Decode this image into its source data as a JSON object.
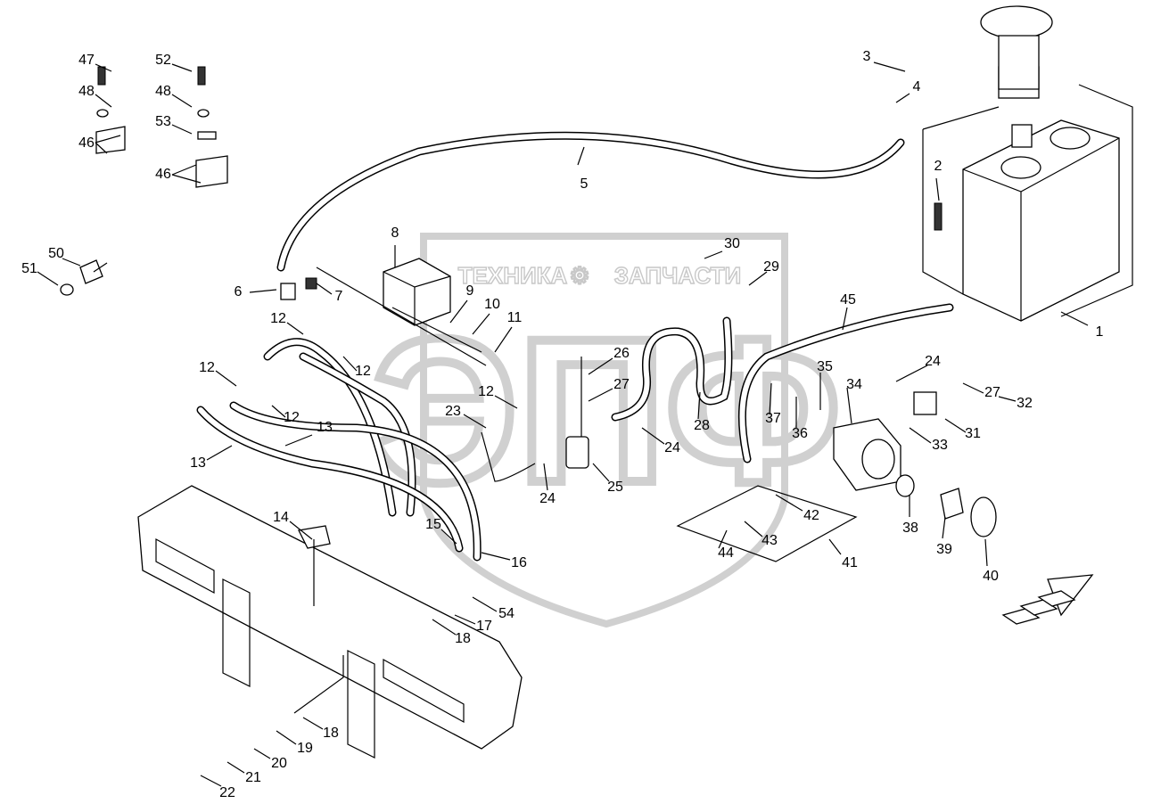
{
  "watermark": {
    "left": "ТЕХНИКА",
    "right": "ЗАПЧАСТИ",
    "logo": "ЭПФ"
  },
  "labels": {
    "p1": "1",
    "p2": "2",
    "p3": "3",
    "p4": "4",
    "p5": "5",
    "p6": "6",
    "p7": "7",
    "p8": "8",
    "p9": "9",
    "p10": "10",
    "p11": "11",
    "p12a": "12",
    "p12b": "12",
    "p12c": "12",
    "p12d": "12",
    "p12e": "12",
    "p13a": "13",
    "p13b": "13",
    "p14": "14",
    "p15": "15",
    "p16": "16",
    "p17": "17",
    "p18a": "18",
    "p18b": "18",
    "p19": "19",
    "p20": "20",
    "p21": "21",
    "p22": "22",
    "p23": "23",
    "p24a": "24",
    "p24b": "24",
    "p24c": "24",
    "p25": "25",
    "p26": "26",
    "p27a": "27",
    "p27b": "27",
    "p28": "28",
    "p29": "29",
    "p30": "30",
    "p31": "31",
    "p32": "32",
    "p33": "33",
    "p34": "34",
    "p35": "35",
    "p36": "36",
    "p37": "37",
    "p38": "38",
    "p39": "39",
    "p40": "40",
    "p41": "41",
    "p42": "42",
    "p43": "43",
    "p44": "44",
    "p45": "45",
    "p46a": "46",
    "p46b": "46",
    "p47": "47",
    "p48a": "48",
    "p48b": "48",
    "p50": "50",
    "p51": "51",
    "p52": "52",
    "p53": "53",
    "p54": "54"
  }
}
